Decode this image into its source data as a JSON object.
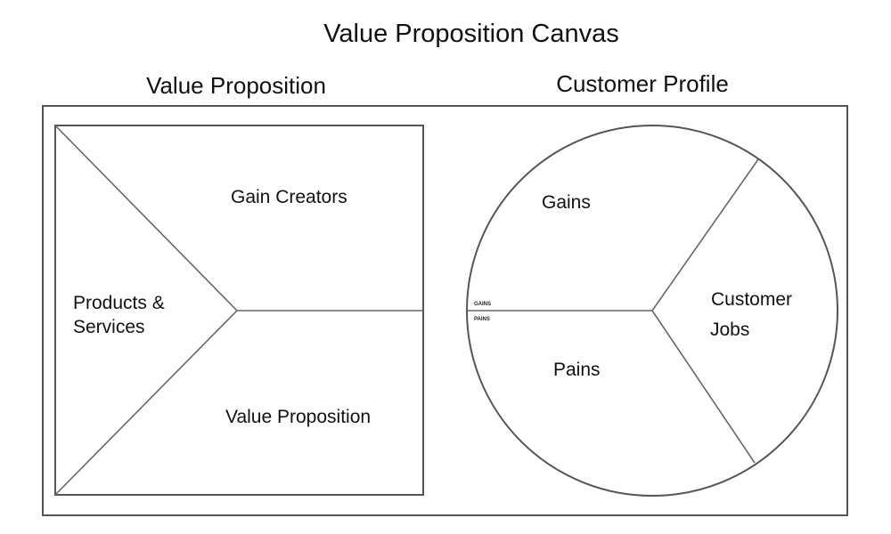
{
  "title": "Value Proposition Canvas",
  "value_proposition": {
    "heading": "Value Proposition",
    "sections": {
      "gain_creators": "Gain Creators",
      "products_services_line1": "Products &",
      "products_services_line2": "Services",
      "pain_relievers_label": "Value Proposition"
    }
  },
  "customer_profile": {
    "heading": "Customer Profile",
    "sections": {
      "gains": "Gains",
      "pains": "Pains",
      "customer_jobs_line1": "Customer",
      "customer_jobs_line2": "Jobs",
      "gains_small": "GAINS",
      "pains_small": "PAINS"
    }
  },
  "colors": {
    "line": "#555555",
    "text": "#111111",
    "background": "#ffffff"
  }
}
